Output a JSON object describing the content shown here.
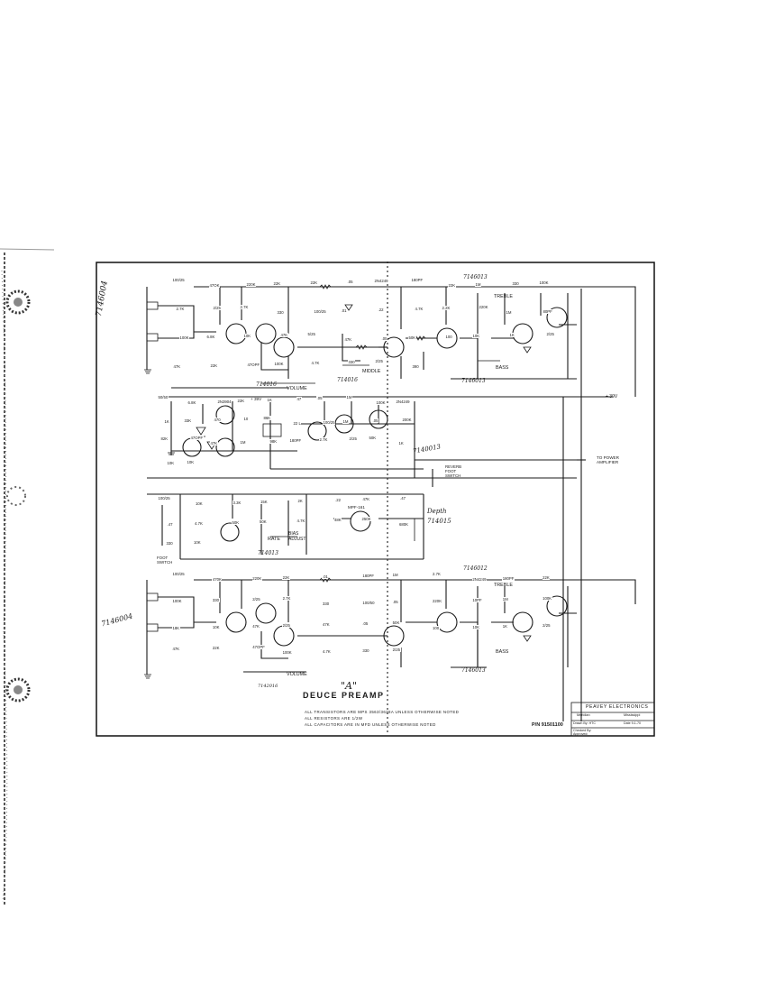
{
  "title": "DEUCE PREAMP",
  "title_mark": "\"A\"",
  "part_number": "P/N 91501100",
  "notes": [
    "ALL TRANSISTORS ARE MPS 3563/3638A UNLESS OTHERWISE NOTED",
    "ALL RESISTORS ARE 1/2W",
    "ALL CAPACITORS ARE IN MFD UNLESS OTHERWISE NOTED"
  ],
  "title_block": {
    "company": "PEAVEY ELECTRONICS",
    "city": "Meridian",
    "state": "Mississippi",
    "drawn_by": "Drawn By: HTC",
    "date": "Date 9-1-70",
    "checked_by": "Checked By:",
    "approved": "Approved:"
  },
  "controls": {
    "volume_1": "VOLUME",
    "volume_2": "VOLUME",
    "middle": "MIDDLE",
    "treble_1": "TREBLE",
    "treble_2": "TREBLE",
    "bass_1": "BASS",
    "bass_2": "BASS",
    "rate": "RATE",
    "bias_adjust": "BIAS ADJUST",
    "reverb_foot_switch": "REVERB FOOT SWITCH",
    "foot_switch": "FOOT SWITCH",
    "to_power_amp": "TO POWER AMPLIFIER",
    "supply": "+ 39V",
    "supply_mid": "+ 39V",
    "fet": "MPF-161"
  },
  "handwritten": {
    "left_ch1": "7146004",
    "left_ch2": "7146004",
    "top_ch1": "7146013",
    "bottom_ch1": "7146013",
    "top_ch2": "7146012",
    "bottom_ch2": "7146013",
    "vol_ch1": "714016",
    "middle_pot": "714016",
    "reverb_pot": "7140013",
    "depth": "Depth",
    "depth_num": "714015",
    "rate_pot": "714013",
    "vol_ch2": "7142016"
  },
  "component_values": {
    "ch1": [
      "100/25",
      "47OK",
      "220K",
      "22K",
      "22K",
      ".05",
      "2N4249",
      "180PF",
      "22K",
      "1M",
      "330",
      "100K",
      "2.7K",
      "2/25",
      "2.7K",
      "330",
      "100/25",
      ".01",
      ".22",
      "4.7K",
      "2.2K",
      "220K",
      "1M",
      "80PF",
      "100K",
      "6.8K",
      "10K",
      "47K",
      "5/25",
      "47K",
      ".05",
      "50K",
      "100",
      "10K",
      "1K",
      "2/25",
      "47K",
      "22K",
      "47OPF",
      "100K",
      "4.7K",
      "330",
      "2/25",
      "390"
    ],
    "mid": [
      "50/50",
      "6.8K",
      "2N3904",
      "22K",
      "1K",
      "47",
      ".05",
      "1M",
      "100K",
      "2N4249",
      "1K",
      "33K",
      "470",
      "10",
      "86K",
      "22 L",
      "100/25",
      "1M",
      ".05",
      "200K",
      "82K",
      "47OPF",
      "47K",
      "1M",
      "98K",
      "180PF",
      "2.7K",
      "2/25",
      "50K",
      "1K",
      "10K",
      "10K"
    ],
    "trem": [
      "100/25",
      "10K",
      "3.3K",
      "15K",
      "2K",
      ".22",
      "47K",
      ".47",
      ".47",
      "4.7K",
      "50K",
      "50K",
      "4.7K",
      "48K",
      "250K",
      "680K",
      "330",
      "10K"
    ],
    "ch2": [
      "100/25",
      "470K",
      "220K",
      "22K",
      ".01",
      "180PF",
      "1M",
      "2.7K",
      "2N4249",
      "180PF",
      "22K",
      "100K",
      "330",
      "2/25",
      "2.7K",
      "330",
      "100/50",
      ".05",
      "220K",
      "10PF",
      "1M",
      "100K",
      "18K",
      "10K",
      "47K",
      "2/25",
      "47K",
      ".05",
      "50K",
      "100",
      "10K",
      "1K",
      "2/25",
      "47K",
      "22K",
      "47OPF",
      "100K",
      "4.7K",
      "330",
      "2/25"
    ]
  },
  "colors": {
    "ink": "#1a1a1a",
    "paper": "#ffffff",
    "pencil": "#2a2a2a"
  }
}
